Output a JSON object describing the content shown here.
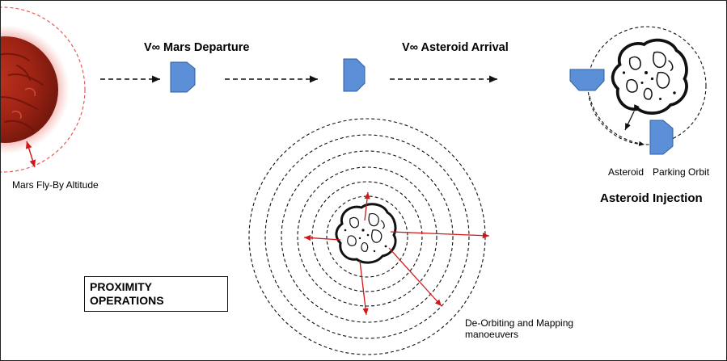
{
  "labels": {
    "departure": "V∞ Mars Departure",
    "arrival": "V∞ Asteroid Arrival",
    "flyby_altitude": "Mars Fly-By Altitude",
    "asteroid": "Asteroid",
    "parking_orbit": "Parking Orbit",
    "asteroid_injection": "Asteroid Injection",
    "proximity_line1": "PROXIMITY",
    "proximity_line2": "OPERATIONS",
    "deorbit_line1": "De-Orbiting and Mapping",
    "deorbit_line2": "manoeuvers"
  },
  "colors": {
    "spacecraft": "#5b8fd8",
    "spacecraft_edge": "#2f5f9f",
    "mars": "#a8261a",
    "mars_halo": "#d9423a",
    "red_arrow": "#d01818",
    "dashed_orbit": "#111111"
  }
}
